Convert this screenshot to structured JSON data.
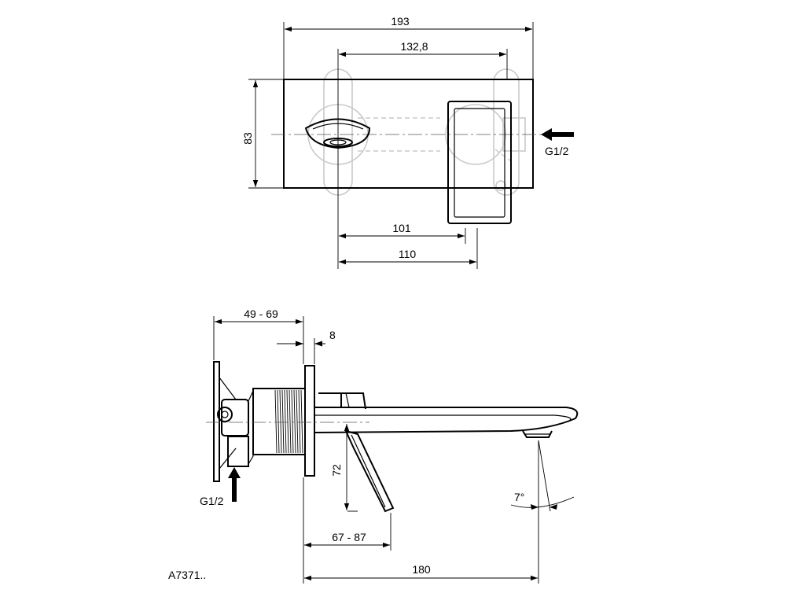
{
  "top_view": {
    "dim_width_total": "193",
    "dim_centers": "132,8",
    "dim_height": "83",
    "dim_handle_101": "101",
    "dim_handle_110": "110",
    "inlet_label": "G1/2"
  },
  "side_view": {
    "dim_wall_depth": "49 - 69",
    "dim_plate": "8",
    "dim_height_72": "72",
    "dim_lever_reach": "67 - 87",
    "dim_spout_reach": "180",
    "angle": "7°",
    "inlet_label": "G1/2"
  },
  "drawing_code": "A7371.."
}
